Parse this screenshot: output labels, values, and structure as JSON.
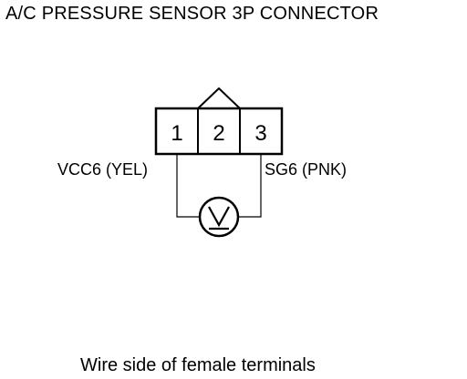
{
  "title": "A/C PRESSURE SENSOR 3P CONNECTOR",
  "connector": {
    "pins": [
      "1",
      "2",
      "3"
    ]
  },
  "wires": {
    "left_label": "VCC6 (YEL)",
    "right_label": "SG6 (PNK)"
  },
  "meter": {
    "symbol": "V",
    "icon": "voltmeter-icon"
  },
  "caption": "Wire side of female terminals"
}
